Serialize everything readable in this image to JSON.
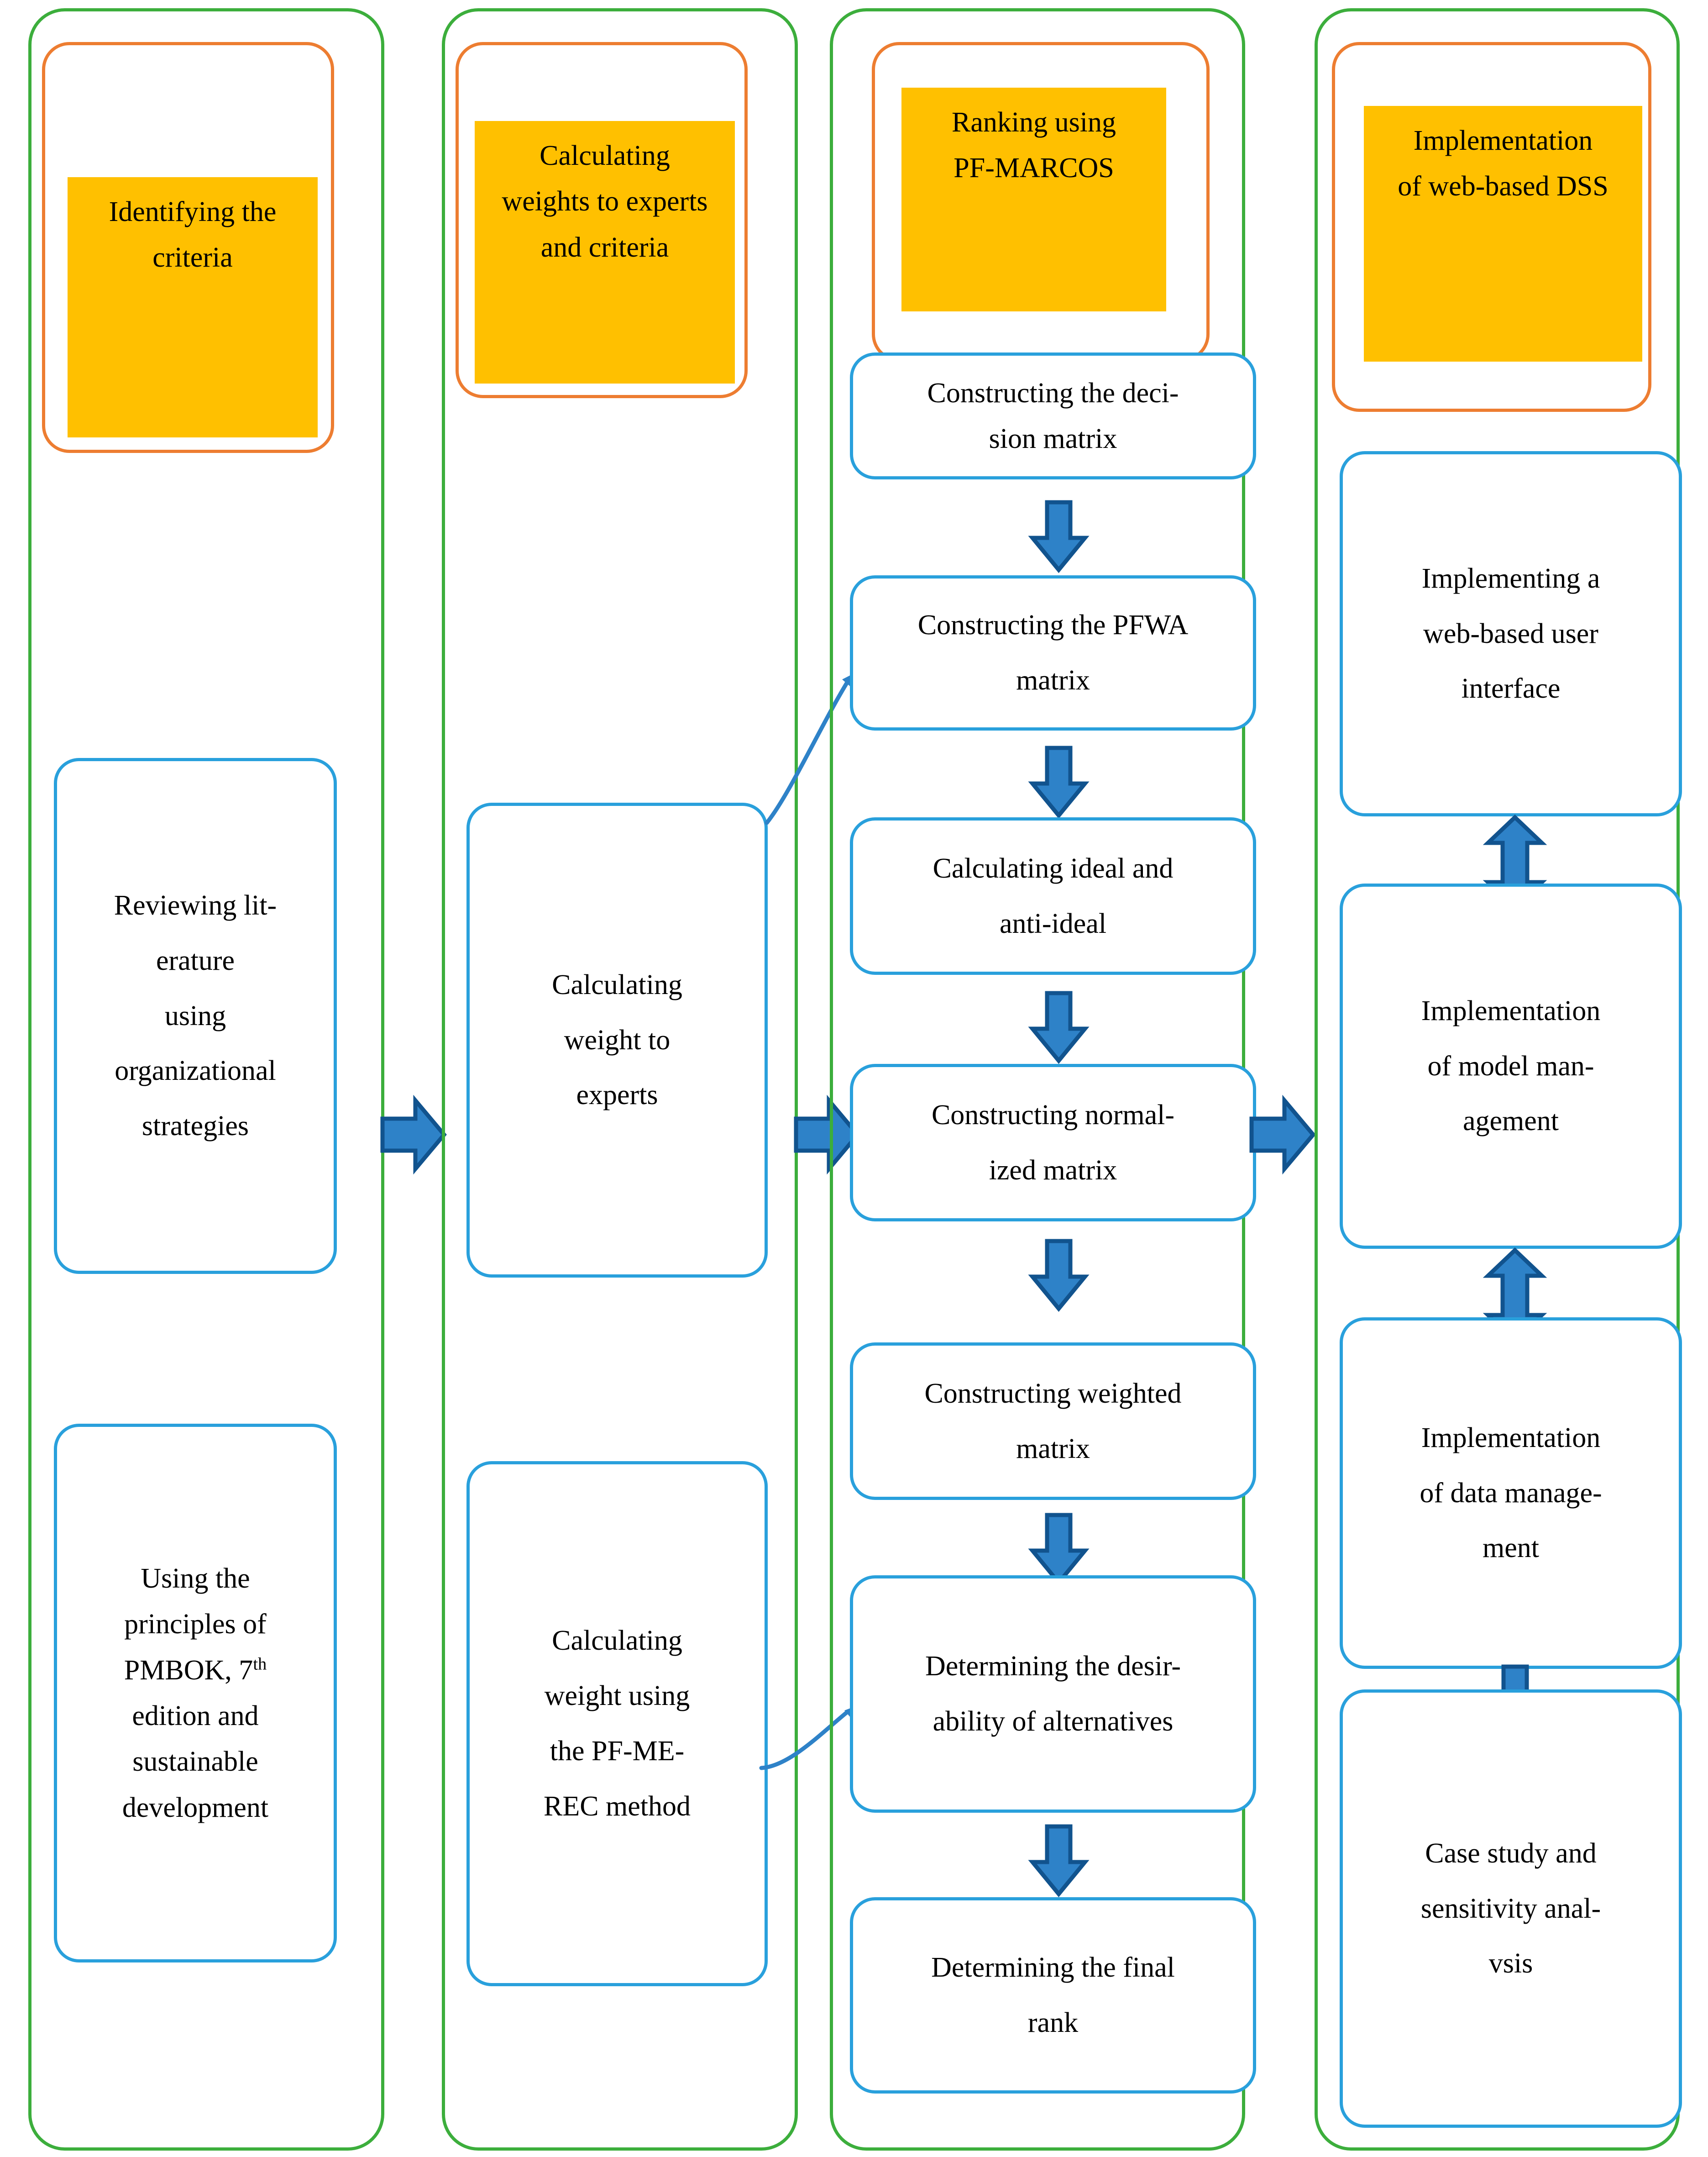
{
  "colors": {
    "lane_border": "#3CAE3C",
    "header_border": "#ED7D31",
    "chip_fill": "#FFC000",
    "box_border": "#29A0DC",
    "arrow_fill": "#2E82C8",
    "arrow_stroke": "#11538E",
    "text": "#000000"
  },
  "lanes": [
    {
      "id": "lane-1",
      "header": {
        "lines": [
          "Identifying the",
          "criteria"
        ]
      },
      "steps": [
        {
          "lines": [
            "Reviewing lit-",
            "erature",
            "using",
            "organizational",
            "strategies"
          ]
        },
        {
          "lines": [
            "Using the",
            "principles of",
            "PMBOK, 7th",
            "edition and",
            "sustainable",
            "development"
          ]
        }
      ]
    },
    {
      "id": "lane-2",
      "header": {
        "lines": [
          "Calculating",
          "weights to experts",
          "and criteria"
        ]
      },
      "steps": [
        {
          "lines": [
            "Calculating",
            "weight to",
            "experts"
          ]
        },
        {
          "lines": [
            "Calculating",
            "weight using",
            "the PF-ME-",
            "REC method"
          ]
        }
      ]
    },
    {
      "id": "lane-3",
      "header": {
        "lines": [
          "Ranking using",
          "PF-MARCOS"
        ]
      },
      "steps": [
        {
          "lines": [
            "Constructing the deci-",
            "sion matrix"
          ]
        },
        {
          "lines": [
            "Constructing the PFWA",
            "matrix"
          ]
        },
        {
          "lines": [
            "Calculating ideal and",
            "anti-ideal"
          ]
        },
        {
          "lines": [
            "Constructing normal-",
            "ized matrix"
          ]
        },
        {
          "lines": [
            "Constructing weighted",
            "matrix"
          ]
        },
        {
          "lines": [
            "Determining the desir-",
            "ability of alternatives"
          ]
        },
        {
          "lines": [
            "Determining the final",
            "rank"
          ]
        }
      ]
    },
    {
      "id": "lane-4",
      "header": {
        "lines": [
          "Implementation",
          "of web-based DSS"
        ]
      },
      "steps": [
        {
          "lines": [
            "Implementing a",
            "web-based user",
            "interface"
          ]
        },
        {
          "lines": [
            "Implementation",
            "of model man-",
            "agement"
          ]
        },
        {
          "lines": [
            "Implementation",
            "of data manage-",
            "ment"
          ]
        },
        {
          "lines": [
            "Case study and",
            "sensitivity anal-",
            "vsis"
          ]
        }
      ]
    }
  ],
  "connectors": {
    "lane_to_lane": [
      {
        "name": "lane-1-to-lane-2",
        "direction": "right"
      },
      {
        "name": "lane-2-to-lane-3",
        "direction": "right"
      },
      {
        "name": "lane-3-to-lane-4",
        "direction": "right"
      }
    ],
    "lane3_vertical": [
      {
        "name": "decision-to-pfwa",
        "direction": "down"
      },
      {
        "name": "pfwa-to-ideal",
        "direction": "down"
      },
      {
        "name": "ideal-to-normalized",
        "direction": "down"
      },
      {
        "name": "normalized-to-weighted",
        "direction": "down"
      },
      {
        "name": "weighted-to-desirability",
        "direction": "down"
      },
      {
        "name": "desirability-to-rank",
        "direction": "down"
      }
    ],
    "lane4_vertical": [
      {
        "name": "ui-to-model-management",
        "direction": "both"
      },
      {
        "name": "model-to-data-management",
        "direction": "both"
      },
      {
        "name": "data-management-to-case-study",
        "direction": "down"
      }
    ],
    "curves": [
      {
        "name": "experts-to-pfwa-curve",
        "direction": "right"
      },
      {
        "name": "merec-to-desirability-curve",
        "direction": "right"
      }
    ]
  }
}
